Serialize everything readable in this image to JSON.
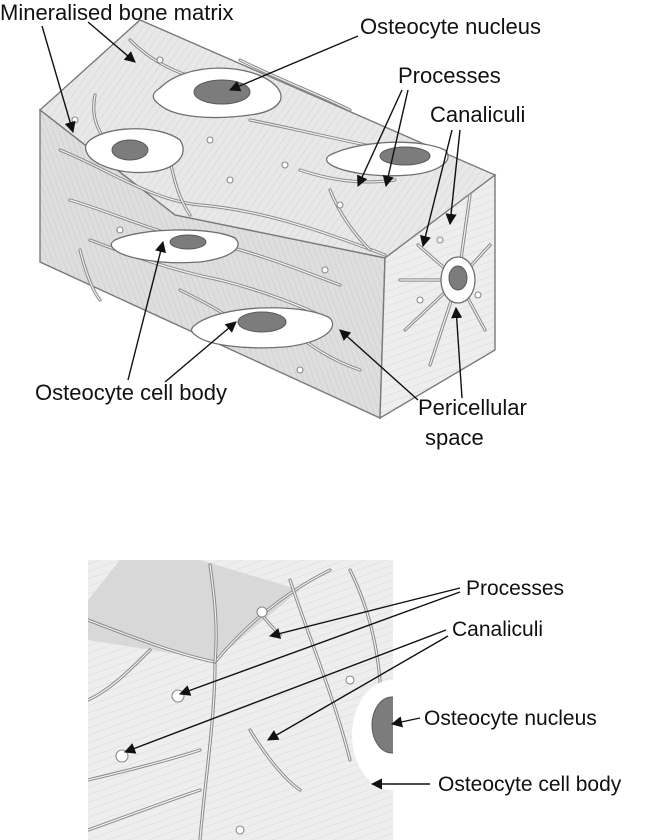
{
  "top_diagram": {
    "labels": {
      "mineralised_bone_matrix": "Mineralised bone matrix",
      "osteocyte_nucleus": "Osteocyte nucleus",
      "processes": "Processes",
      "canaliculi": "Canaliculi",
      "osteocyte_cell_body": "Osteocyte cell body",
      "pericellular_space_line1": "Pericellular",
      "pericellular_space_line2": "space"
    }
  },
  "zoom_diagram": {
    "labels": {
      "processes": "Processes",
      "canaliculi": "Canaliculi",
      "osteocyte_nucleus": "Osteocyte nucleus",
      "osteocyte_cell_body": "Osteocyte cell body"
    }
  },
  "colors": {
    "matrix_light": "#e9e9e9",
    "matrix_mid": "#d4d4d4",
    "nucleus": "#7c7c7c",
    "text": "#111111"
  }
}
